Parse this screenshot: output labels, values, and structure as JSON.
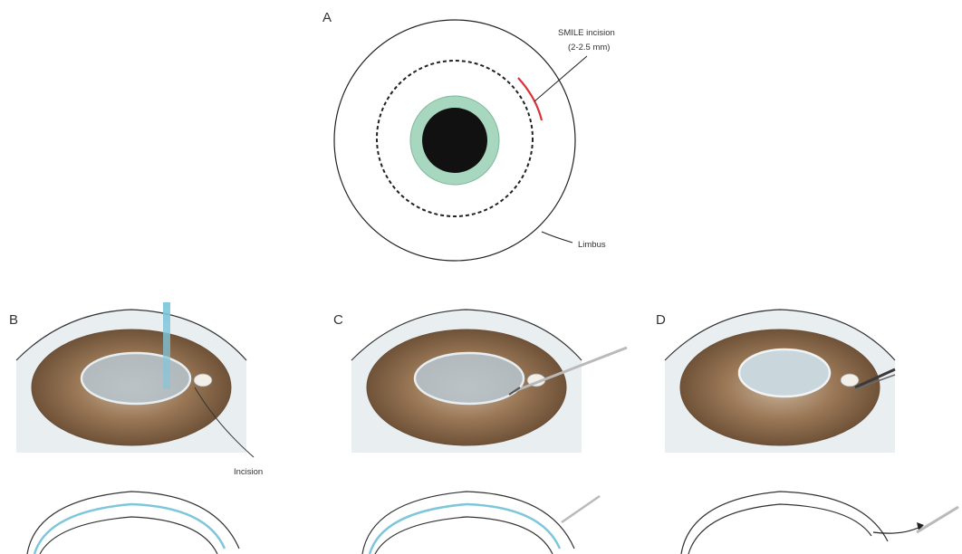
{
  "panels": {
    "a": {
      "letter": "A"
    },
    "b": {
      "letter": "B"
    },
    "c": {
      "letter": "C"
    },
    "d": {
      "letter": "D"
    }
  },
  "labels": {
    "smile_incision_line1": "SMILE incision",
    "smile_incision_line2": "(2-2.5 mm)",
    "limbus": "Limbus",
    "incision": "Incision"
  },
  "colors": {
    "pupil": "#111111",
    "iris_ring": "#a8d7bf",
    "incision_mark": "#d8323a",
    "laser_beam": "#7ec6dc",
    "iris_brown": "#8a6a4c",
    "lenticule": "#b7c6cf"
  }
}
